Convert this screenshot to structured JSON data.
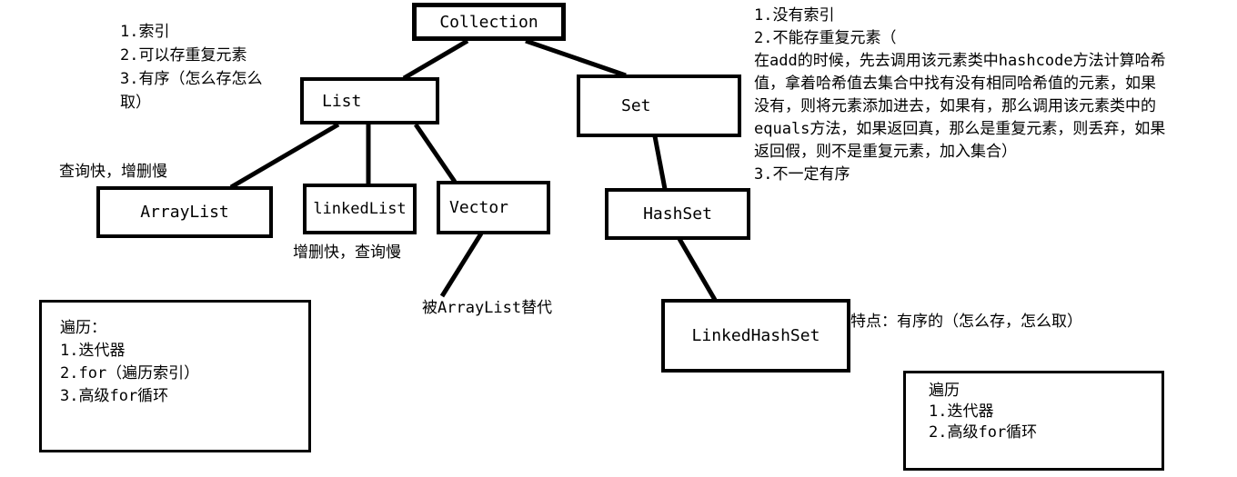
{
  "diagram": {
    "title": "Java Collection hierarchy",
    "nodes": {
      "collection": {
        "label": "Collection"
      },
      "list": {
        "label": "List"
      },
      "set": {
        "label": "Set"
      },
      "arraylist": {
        "label": "ArrayList"
      },
      "linkedlist": {
        "label": "linkedList"
      },
      "vector": {
        "label": "Vector"
      },
      "hashset": {
        "label": "HashSet"
      },
      "linkedhashset": {
        "label": "LinkedHashSet"
      }
    },
    "edges": [
      {
        "from": "collection",
        "to": "list"
      },
      {
        "from": "collection",
        "to": "set"
      },
      {
        "from": "list",
        "to": "arraylist"
      },
      {
        "from": "list",
        "to": "linkedlist"
      },
      {
        "from": "list",
        "to": "vector"
      },
      {
        "from": "set",
        "to": "hashset"
      },
      {
        "from": "hashset",
        "to": "linkedhashset"
      },
      {
        "from": "vector",
        "to": "vector_note"
      }
    ],
    "notes": {
      "list_features": "1.索引\n2.可以存重复元素\n3.有序（怎么存怎么\n取）",
      "set_features": "1.没有索引\n2.不能存重复元素（\n在add的时候，先去调用该元素类中hashcode方法计算哈希\n值，拿着哈希值去集合中找有没有相同哈希值的元素，如果\n没有，则将元素添加进去，如果有，那么调用该元素类中的\nequals方法，如果返回真，那么是重复元素，则丢弃，如果\n返回假，则不是重复元素，加入集合）\n3.不一定有序",
      "query_fast": "查询快，增删慢",
      "add_fast": "增删快，查询慢",
      "vector_note": "被ArrayList替代",
      "linkedhashset_note": "特点：有序的（怎么存，怎么取）",
      "list_traversal": "遍历：\n1.迭代器\n2.for（遍历索引）\n3.高级for循环",
      "set_traversal": "遍历\n1.迭代器\n2.高级for循环"
    },
    "colors": {
      "line": "#000000",
      "background": "#ffffff",
      "text": "#000000"
    }
  }
}
